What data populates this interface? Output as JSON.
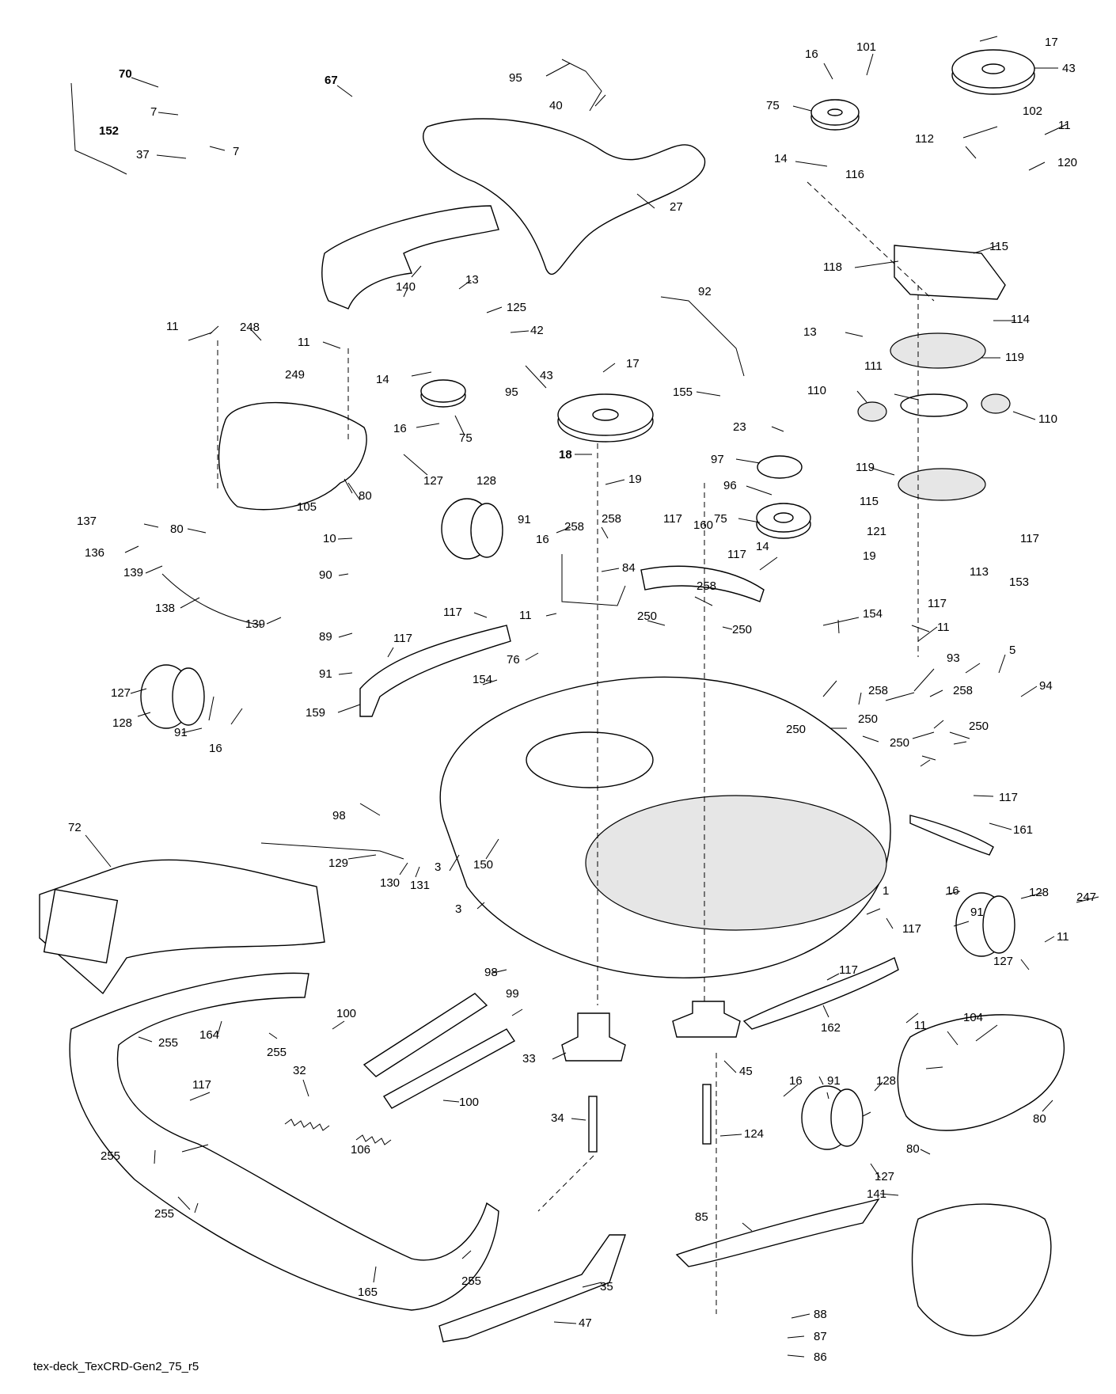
{
  "caption": "tex-deck_TexCRD-Gen2_75_r5",
  "callouts": {
    "c1": "1",
    "c3a": "3",
    "c3b": "3",
    "c5": "5",
    "c7a": "7",
    "c7b": "7",
    "c10": "10",
    "c11a": "11",
    "c11b": "11",
    "c11c": "11",
    "c11d": "11",
    "c11e": "11",
    "c11f": "11",
    "c13a": "13",
    "c13b": "13",
    "c14a": "14",
    "c14b": "14",
    "c14c": "14",
    "c16a": "16",
    "c16b": "16",
    "c16c": "16",
    "c16d": "16",
    "c16e": "16",
    "c16f": "16",
    "c17a": "17",
    "c17b": "17",
    "c18": "18",
    "c19a": "19",
    "c19b": "19",
    "c23": "23",
    "c27": "27",
    "c32": "32",
    "c33": "33",
    "c34": "34",
    "c35": "35",
    "c37": "37",
    "c40": "40",
    "c42": "42",
    "c43a": "43",
    "c43b": "43",
    "c45": "45",
    "c47": "47",
    "c67": "67",
    "c70": "70",
    "c72": "72",
    "c75a": "75",
    "c75b": "75",
    "c75c": "75",
    "c76": "76",
    "c80a": "80",
    "c80b": "80",
    "c80c": "80",
    "c80d": "80",
    "c84": "84",
    "c85": "85",
    "c86": "86",
    "c87": "87",
    "c88": "88",
    "c89": "89",
    "c90": "90",
    "c91a": "91",
    "c91b": "91",
    "c91c": "91",
    "c91d": "91",
    "c91e": "91",
    "c92": "92",
    "c93": "93",
    "c94": "94",
    "c95a": "95",
    "c95b": "95",
    "c96": "96",
    "c97": "97",
    "c98a": "98",
    "c98b": "98",
    "c99": "99",
    "c100a": "100",
    "c100b": "100",
    "c101": "101",
    "c102": "102",
    "c104": "104",
    "c105": "105",
    "c106": "106",
    "c110a": "110",
    "c110b": "110",
    "c111": "111",
    "c112": "112",
    "c113": "113",
    "c114": "114",
    "c115a": "115",
    "c115b": "115",
    "c116": "116",
    "c117a": "117",
    "c117b": "117",
    "c117c": "117",
    "c117d": "117",
    "c117e": "117",
    "c117f": "117",
    "c117g": "117",
    "c117h": "117",
    "c117i": "117",
    "c118": "118",
    "c119a": "119",
    "c119b": "119",
    "c120": "120",
    "c121": "121",
    "c124": "124",
    "c125": "125",
    "c127a": "127",
    "c127b": "127",
    "c127c": "127",
    "c127d": "127",
    "c128a": "128",
    "c128b": "128",
    "c128c": "128",
    "c128d": "128",
    "c129": "129",
    "c130": "130",
    "c131": "131",
    "c136": "136",
    "c137": "137",
    "c138": "138",
    "c139a": "139",
    "c139b": "139",
    "c140": "140",
    "c141": "141",
    "c150": "150",
    "c152": "152",
    "c153": "153",
    "c154a": "154",
    "c154b": "154",
    "c155": "155",
    "c159": "159",
    "c160": "160",
    "c161": "161",
    "c162": "162",
    "c164": "164",
    "c165": "165",
    "c247": "247",
    "c248": "248",
    "c249": "249",
    "c250a": "250",
    "c250b": "250",
    "c250c": "250",
    "c250d": "250",
    "c250e": "250",
    "c250f": "250",
    "c255a": "255",
    "c255b": "255",
    "c255c": "255",
    "c255d": "255",
    "c255e": "255",
    "c258a": "258",
    "c258b": "258",
    "c258c": "258",
    "c258d": "258",
    "c258e": "258"
  }
}
